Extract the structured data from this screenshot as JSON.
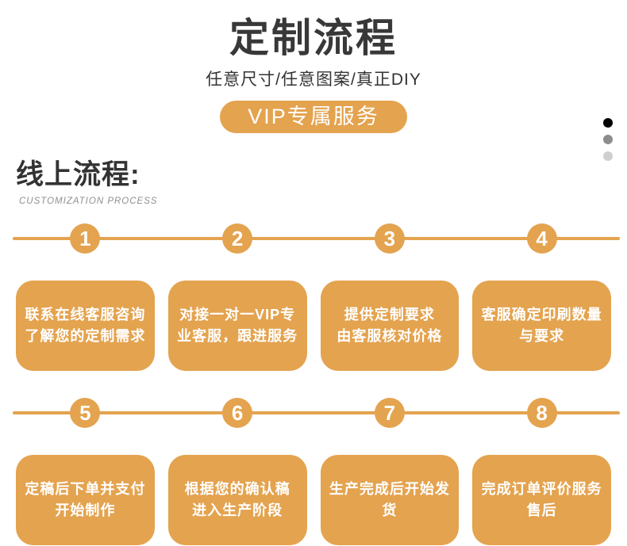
{
  "header": {
    "title": "定制流程",
    "subtitle": "任意尺寸/任意图案/真正DIY",
    "badge": "VIP专属服务"
  },
  "section": {
    "heading": "线上流程:",
    "subheading": "CUSTOMIZATION PROCESS"
  },
  "carousel": {
    "dot_colors": [
      "#000000",
      "#8D8D8D",
      "#CFCFCF"
    ]
  },
  "colors": {
    "accent_orange": "#E4A34F",
    "title_dark": "#383838",
    "step_text": "#FFFFFF"
  },
  "rows": [
    {
      "steps": [
        {
          "number": "1",
          "lines": [
            "联系在线客服咨询",
            "了解您的定制需求"
          ]
        },
        {
          "number": "2",
          "lines": [
            "对接一对一VIP专",
            "业客服，跟进服务"
          ]
        },
        {
          "number": "3",
          "lines": [
            "提供定制要求",
            "由客服核对价格"
          ]
        },
        {
          "number": "4",
          "lines": [
            "客服确定印刷数量",
            "与要求"
          ]
        }
      ]
    },
    {
      "steps": [
        {
          "number": "5",
          "lines": [
            "定稿后下单并支付",
            "开始制作"
          ]
        },
        {
          "number": "6",
          "lines": [
            "根据您的确认稿",
            "进入生产阶段"
          ]
        },
        {
          "number": "7",
          "lines": [
            "生产完成后开始发",
            "货"
          ]
        },
        {
          "number": "8",
          "lines": [
            "完成订单评价服务",
            "售后"
          ]
        }
      ]
    }
  ]
}
